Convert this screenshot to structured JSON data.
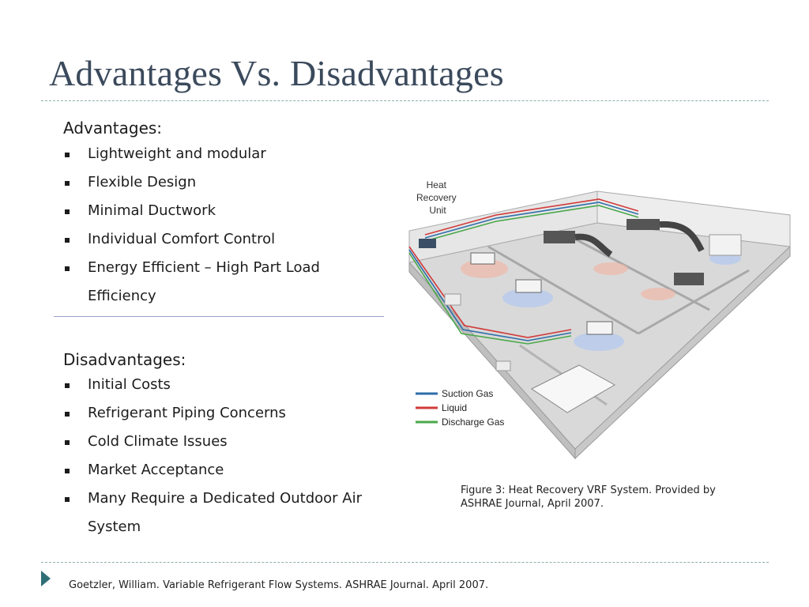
{
  "slide": {
    "title": "Advantages Vs. Disadvantages",
    "advantages_heading": "Advantages:",
    "advantages": [
      "Lightweight and modular",
      "Flexible Design",
      "Minimal Ductwork",
      "Individual Comfort Control",
      "Energy Efficient – High Part Load Efficiency"
    ],
    "disadvantages_heading": "Disadvantages:",
    "disadvantages": [
      "Initial Costs",
      "Refrigerant Piping Concerns",
      "Cold Climate Issues",
      "Market Acceptance",
      "Many Require a Dedicated Outdoor Air System"
    ],
    "figure": {
      "unit_label": [
        "Heat",
        "Recovery",
        "Unit"
      ],
      "legend": [
        {
          "label": "Suction Gas",
          "color": "#2e6ea8"
        },
        {
          "label": "Liquid",
          "color": "#d23a3a"
        },
        {
          "label": "Discharge Gas",
          "color": "#4aa84a"
        }
      ],
      "caption": "Figure 3: Heat Recovery VRF System. Provided by ASHRAE Journal, April 2007."
    },
    "footer": "Goetzler, William. Variable Refrigerant Flow Systems. ASHRAE Journal. April 2007."
  }
}
